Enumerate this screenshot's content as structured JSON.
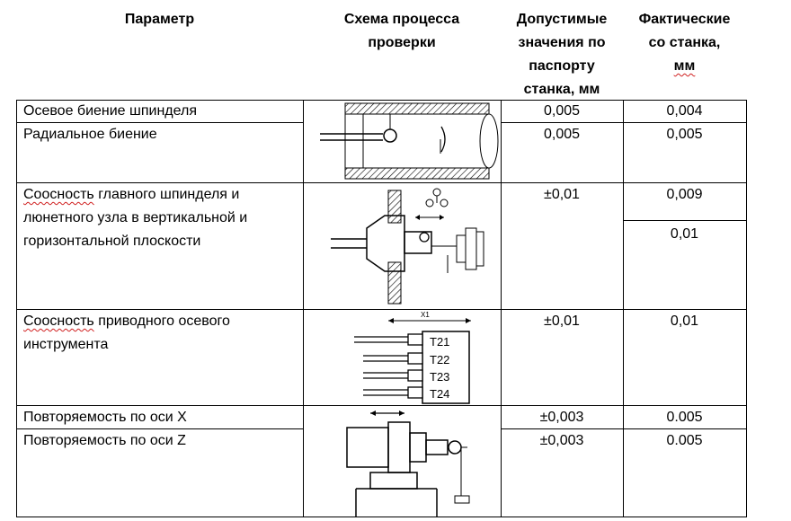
{
  "headers": {
    "param": "Параметр",
    "scheme_l1": "Схема процесса",
    "scheme_l2": "проверки",
    "allowed_l1": "Допустимые",
    "allowed_l2": "значения по",
    "allowed_l3": "паспорту",
    "allowed_l4": "станка, мм",
    "actual_l1": "Фактические",
    "actual_l2": "со станка,",
    "actual_l3": "мм"
  },
  "rows": [
    {
      "param": "Осевое биение шпинделя",
      "allowed": "0,005",
      "actual": "0,004"
    },
    {
      "param": "Радиальное биение",
      "allowed": "0,005",
      "actual": "0,005"
    },
    {
      "param_l1_a": "Соосность",
      "param_l1_b": " главного шпинделя и",
      "param_l2": "люнетного узла в вертикальной и",
      "param_l3": "горизонтальной плоскости",
      "allowed": "±0,01",
      "actual_1": "0,009",
      "actual_2": "0,01"
    },
    {
      "param_l1_a": "Соосность",
      "param_l1_b": " приводного осевого",
      "param_l2": "инструмента",
      "allowed": "±0,01",
      "actual": "0,01"
    },
    {
      "param": "Повторяемость по оси X",
      "allowed": "±0,003",
      "actual": "0.005"
    },
    {
      "param": "Повторяемость по оси Z",
      "allowed": "±0,003",
      "actual": "0.005"
    }
  ],
  "scheme_labels": {
    "x1": "X1",
    "tools": [
      "T21",
      "T22",
      "T23",
      "T24"
    ]
  }
}
